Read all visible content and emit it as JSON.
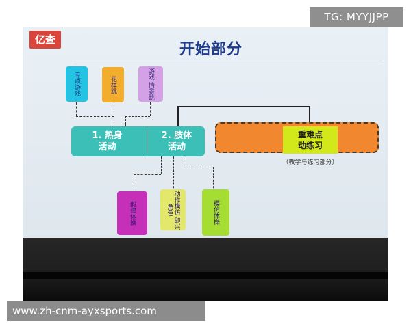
{
  "watermarks": {
    "top": "TG: MYYJJPP",
    "bottom": "www.zh-cnm-ayxsports.com"
  },
  "slide": {
    "logo": "亿查",
    "title": "开始部分",
    "top_cards": [
      {
        "text": "专项游戏",
        "color": "#23c4e3"
      },
      {
        "text": "花样跳",
        "color": "#f1ad2b"
      },
      {
        "text": "游戏 情景跳",
        "color": "#d5a1e6"
      }
    ],
    "main_box": {
      "left_label_line1": "1. 热身",
      "left_label_line2": "活动",
      "right_label_line1": "2. 肢体",
      "right_label_line2": "活动"
    },
    "focus_box": {
      "line1": "重难点",
      "line2": "动练习",
      "caption": "（教学与练习部分）"
    },
    "bottom_cards": [
      {
        "text": "韵律体操",
        "color": "#c62fb8"
      },
      {
        "text": "动作模仿 即兴角色",
        "color": "#e3e86b"
      },
      {
        "text": "模仿体操",
        "color": "#a6dd32"
      }
    ]
  },
  "colors": {
    "main_box": "#3bbfb6",
    "focus_outer": "#f1882f",
    "focus_inner": "#d3e81b",
    "title": "#1e3a8a",
    "logo": "#d9453b"
  }
}
